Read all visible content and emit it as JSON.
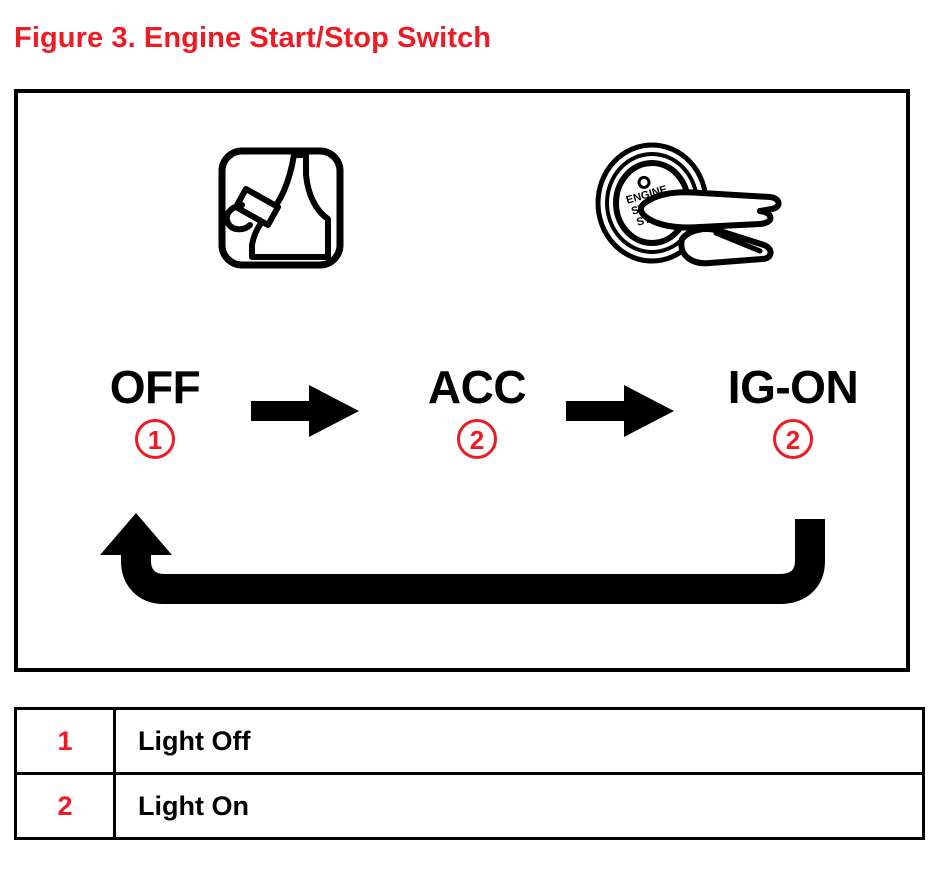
{
  "figure": {
    "title": "Figure 3.  Engine Start/Stop Switch",
    "title_color": "#ee1b24",
    "border_color": "#000000"
  },
  "diagram": {
    "icons": [
      {
        "name": "brake-pedal-icon",
        "description": "Foot pressing brake pedal",
        "aria": "Press brake pedal"
      },
      {
        "name": "engine-start-stop-button-icon",
        "description": "Finger pressing push button start switch",
        "button_text_lines": [
          "ENGINE",
          "START",
          "STOP"
        ],
        "aria": "Press engine start stop switch"
      }
    ],
    "states": [
      {
        "label": "OFF",
        "callout": "1"
      },
      {
        "label": "ACC",
        "callout": "2"
      },
      {
        "label": "IG-ON",
        "callout": "2"
      }
    ],
    "arrows": [
      {
        "name": "sequence-arrow-off-to-acc",
        "direction": "right"
      },
      {
        "name": "sequence-arrow-acc-to-igon",
        "direction": "right"
      },
      {
        "name": "return-loop-arrow",
        "direction": "up-left",
        "description": "Loops from IG-ON back to OFF"
      }
    ]
  },
  "legend": {
    "rows": [
      {
        "number": "1",
        "description": "Light Off"
      },
      {
        "number": "2",
        "description": "Light On"
      }
    ]
  }
}
